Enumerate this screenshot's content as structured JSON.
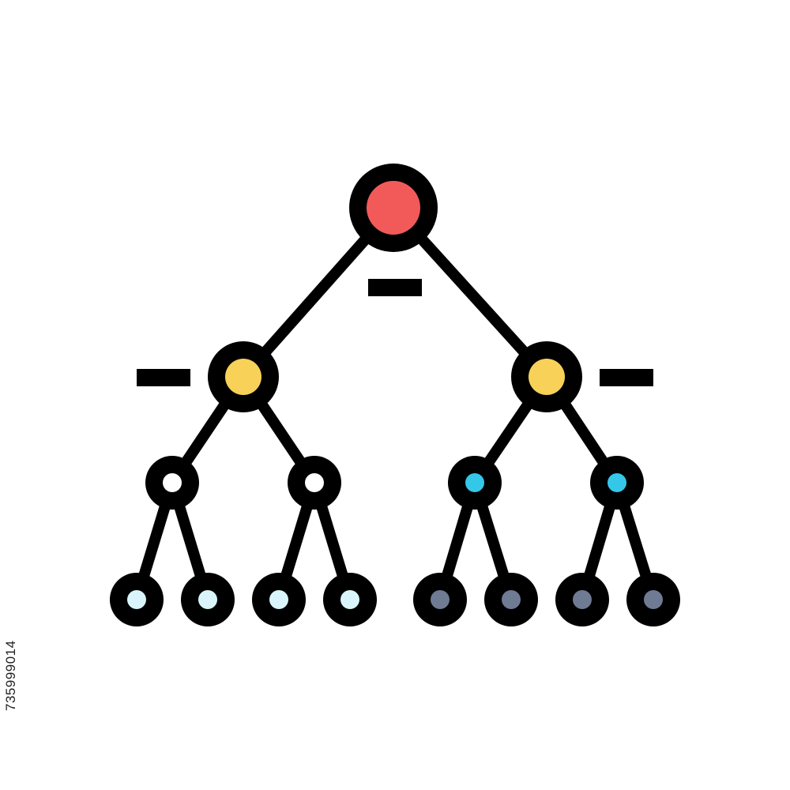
{
  "diagram": {
    "type": "binary-tree-icon",
    "colors": {
      "outline": "#000000",
      "background": "#ffffff",
      "root": "#f25a5a",
      "level1": "#f7d158",
      "level2_left": "#ffffff",
      "level2_right": "#35c7e8",
      "leaf_left": "#d9f5fb",
      "leaf_right": "#6e7b93"
    },
    "nodes": [
      {
        "id": "root",
        "level": 0,
        "fill": "root"
      },
      {
        "id": "l1-left",
        "level": 1,
        "fill": "level1"
      },
      {
        "id": "l1-right",
        "level": 1,
        "fill": "level1"
      },
      {
        "id": "l2-1",
        "level": 2,
        "fill": "level2_left"
      },
      {
        "id": "l2-2",
        "level": 2,
        "fill": "level2_left"
      },
      {
        "id": "l2-3",
        "level": 2,
        "fill": "level2_right"
      },
      {
        "id": "l2-4",
        "level": 2,
        "fill": "level2_right"
      },
      {
        "id": "leaf-1",
        "level": 3,
        "fill": "leaf_left"
      },
      {
        "id": "leaf-2",
        "level": 3,
        "fill": "leaf_left"
      },
      {
        "id": "leaf-3",
        "level": 3,
        "fill": "leaf_left"
      },
      {
        "id": "leaf-4",
        "level": 3,
        "fill": "leaf_left"
      },
      {
        "id": "leaf-5",
        "level": 3,
        "fill": "leaf_right"
      },
      {
        "id": "leaf-6",
        "level": 3,
        "fill": "leaf_right"
      },
      {
        "id": "leaf-7",
        "level": 3,
        "fill": "leaf_right"
      },
      {
        "id": "leaf-8",
        "level": 3,
        "fill": "leaf_right"
      }
    ],
    "edges": [
      [
        "root",
        "l1-left"
      ],
      [
        "root",
        "l1-right"
      ],
      [
        "l1-left",
        "l2-1"
      ],
      [
        "l1-left",
        "l2-2"
      ],
      [
        "l1-right",
        "l2-3"
      ],
      [
        "l1-right",
        "l2-4"
      ],
      [
        "l2-1",
        "leaf-1"
      ],
      [
        "l2-1",
        "leaf-2"
      ],
      [
        "l2-2",
        "leaf-3"
      ],
      [
        "l2-2",
        "leaf-4"
      ],
      [
        "l2-3",
        "leaf-5"
      ],
      [
        "l2-3",
        "leaf-6"
      ],
      [
        "l2-4",
        "leaf-7"
      ],
      [
        "l2-4",
        "leaf-8"
      ]
    ]
  },
  "stock_id": "735999014"
}
